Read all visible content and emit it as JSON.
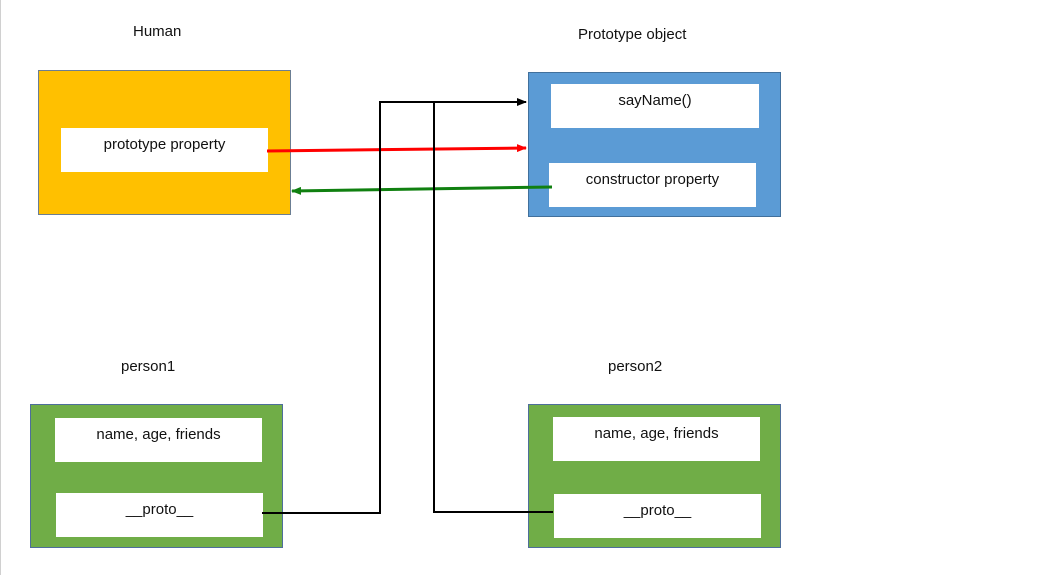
{
  "colors": {
    "yellow": "#FFC000",
    "blue": "#5B9BD5",
    "green": "#70AD47",
    "red_arrow": "#FF0000",
    "green_arrow": "#108010",
    "connector": "#000000"
  },
  "nodes": {
    "human": {
      "caption": "Human",
      "field": "prototype property"
    },
    "prototype_object": {
      "caption": "Prototype object",
      "field_method": "sayName()",
      "field_constructor": "constructor property"
    },
    "person1": {
      "caption": "person1",
      "field_props": "name, age, friends",
      "field_proto": "__proto__"
    },
    "person2": {
      "caption": "person2",
      "field_props": "name, age, friends",
      "field_proto": "__proto__"
    }
  },
  "edges": [
    {
      "from": "human.prototype property",
      "to": "prototype_object",
      "color": "red_arrow"
    },
    {
      "from": "prototype_object.constructor property",
      "to": "human",
      "color": "green_arrow"
    },
    {
      "from": "person1.__proto__",
      "to": "prototype_object",
      "color": "connector"
    },
    {
      "from": "person2.__proto__",
      "to": "prototype_object",
      "color": "connector"
    }
  ]
}
